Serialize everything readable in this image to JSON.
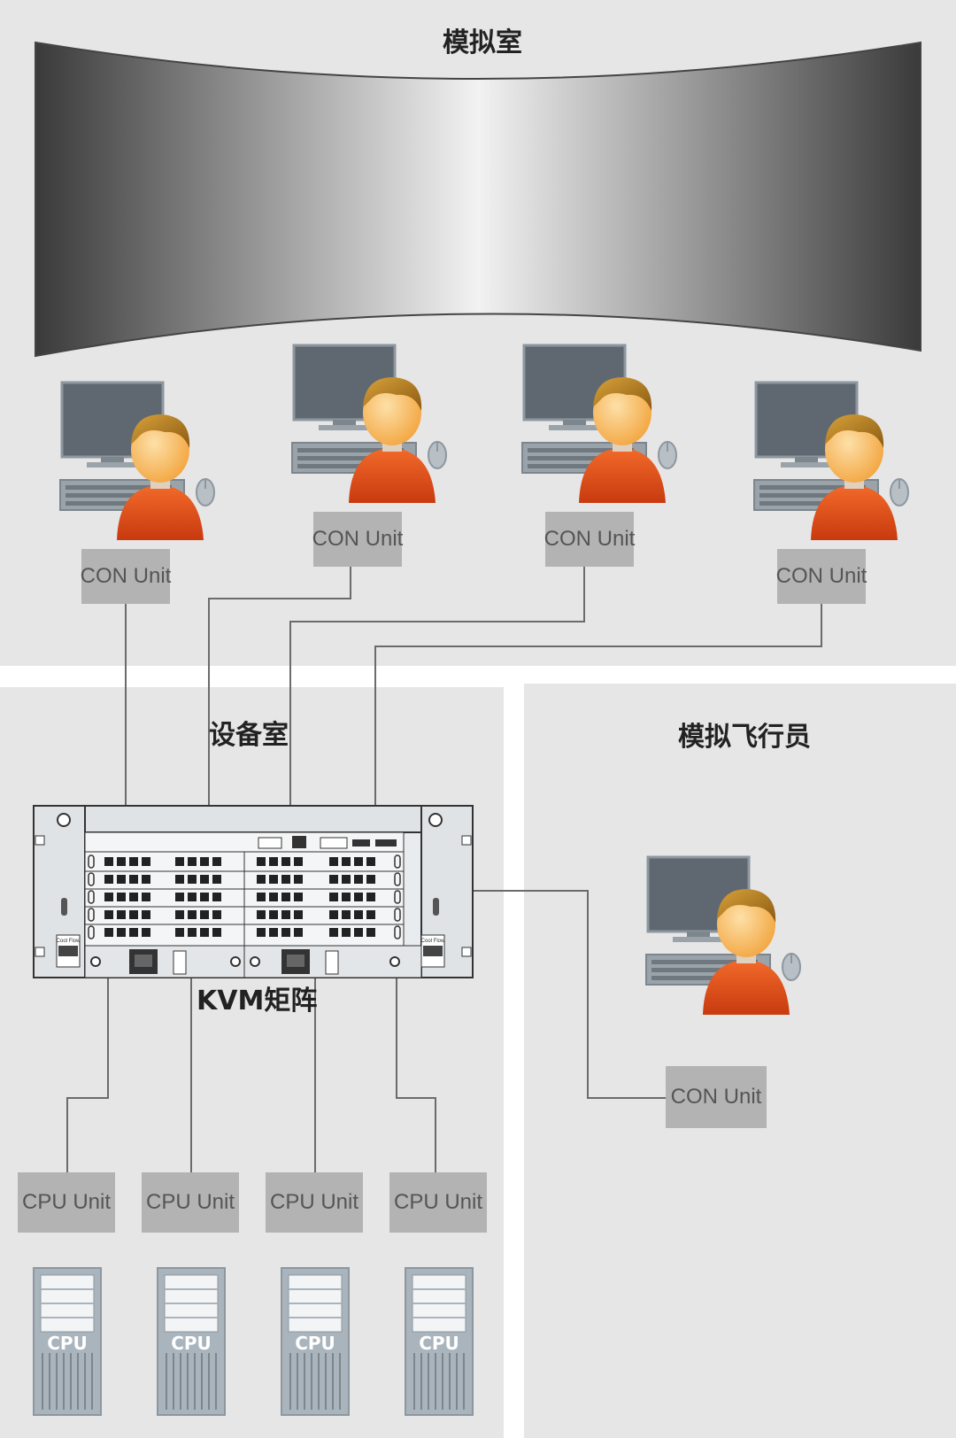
{
  "rooms": {
    "simulation_room": "模拟室",
    "equipment_room": "设备室",
    "simulated_pilot": "模拟飞行员"
  },
  "matrix": {
    "label": "KVM矩阵",
    "psu_label": "Cool Flow"
  },
  "con_units": [
    "CON Unit",
    "CON Unit",
    "CON Unit",
    "CON Unit",
    "CON Unit"
  ],
  "cpu_units": [
    "CPU Unit",
    "CPU Unit",
    "CPU Unit",
    "CPU Unit"
  ],
  "cpu_towers": [
    "CPU",
    "CPU",
    "CPU",
    "CPU"
  ],
  "colors": {
    "zone_bg": "#e6e6e6",
    "unit_box": "#b3b3b3",
    "line": "#6b6b6b",
    "person_shirt": "#e8501a",
    "person_skin": "#f7b04a",
    "person_hair": "#b8860b",
    "monitor": "#5f6870",
    "tower": "#a9b4bd"
  }
}
